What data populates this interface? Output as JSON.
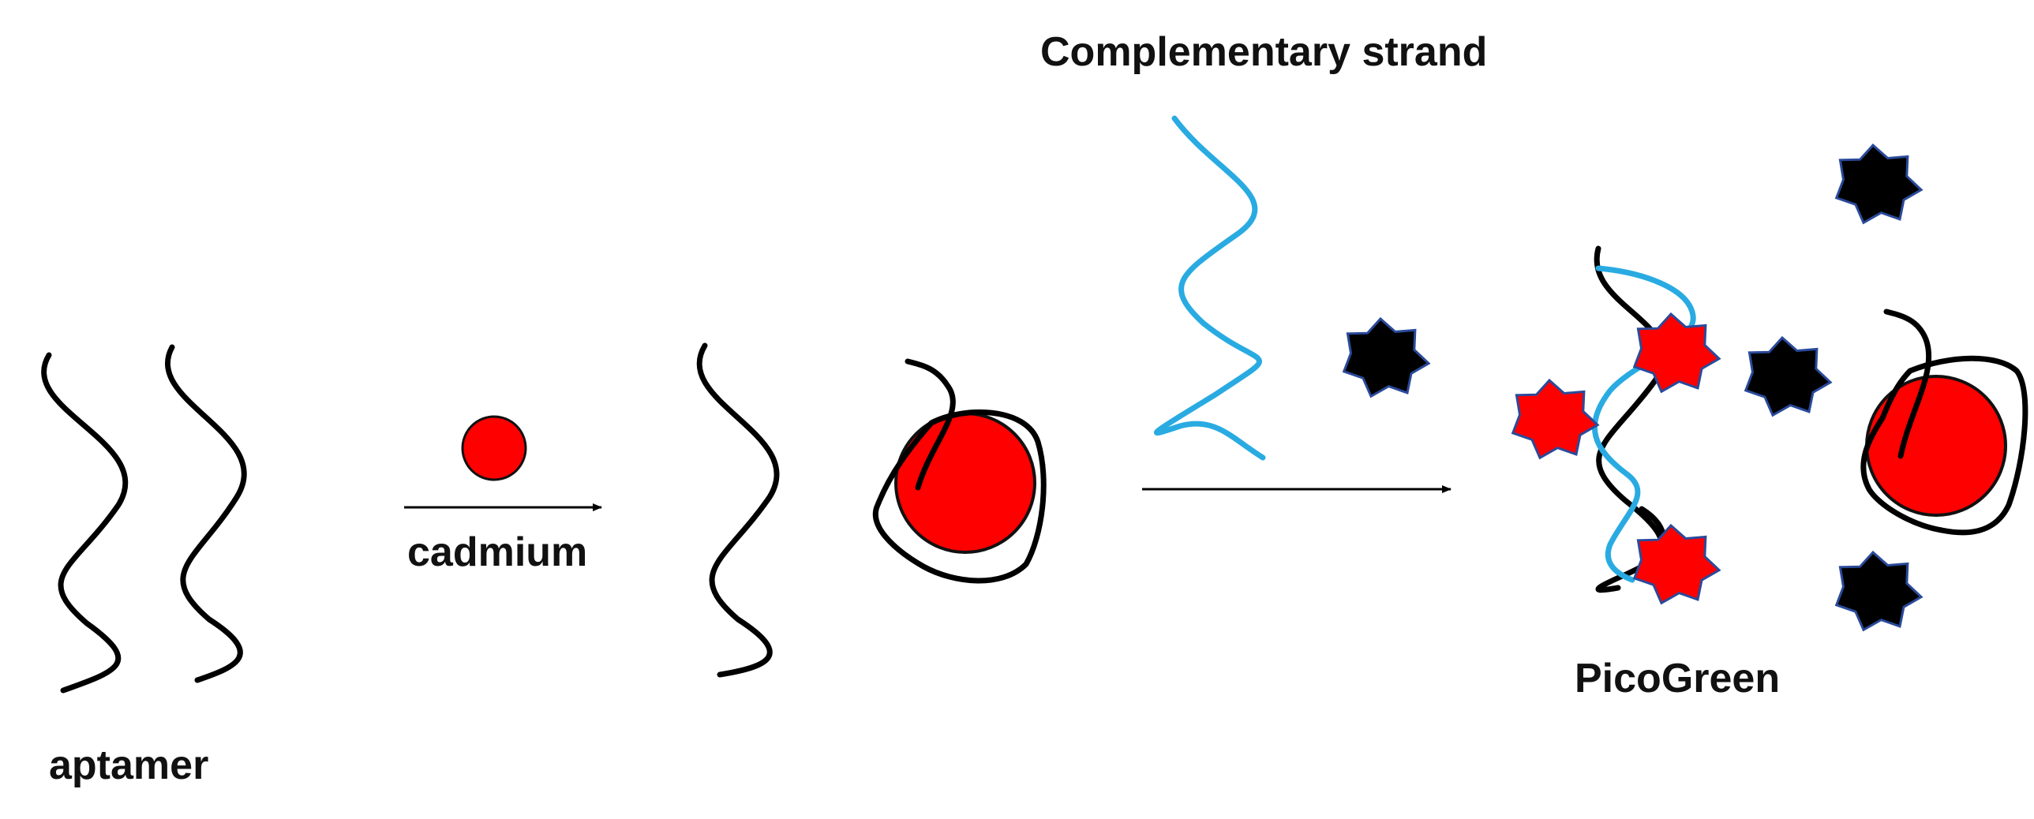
{
  "labels": {
    "complementary_strand": "Complementary strand",
    "cadmium": "cadmium",
    "picogreen": "PicoGreen",
    "aptamer": "aptamer"
  },
  "colors": {
    "aptamer_strand": "#000000",
    "complementary_strand": "#29abe2",
    "cadmium_fill": "#ff0000",
    "picogreen_bound": "#ff0000",
    "picogreen_free": "#000000",
    "star_outline": "#2a4a9a",
    "arrow": "#000000"
  },
  "icons": {
    "cadmium": "red-circle",
    "picogreen": "seven-point-star"
  }
}
